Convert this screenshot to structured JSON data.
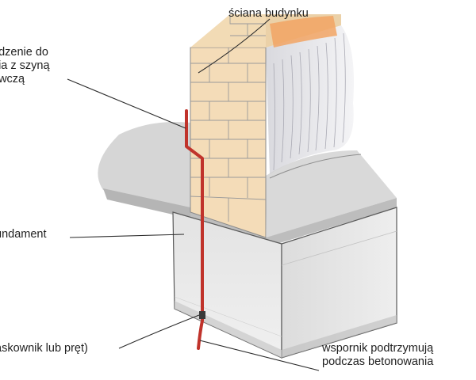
{
  "labels": {
    "wall": "ściana budynku",
    "device_line1": "adzenie do",
    "device_line2": "nia z szyną",
    "device_line3": "awczą",
    "foundation": "undament",
    "bar": "askownik lub pręt)",
    "support_line1": "wspornik podtrzymują",
    "support_line2": "podczas betonowania"
  },
  "colors": {
    "grounding_conductor": "#c0332b",
    "brick": "#f4dcb8",
    "brick_orange": "#f2a464",
    "mortar": "#9a9a9a",
    "concrete": "#d7d7d7",
    "plaster": "#e8e8ec",
    "line": "#2b2b2b"
  }
}
